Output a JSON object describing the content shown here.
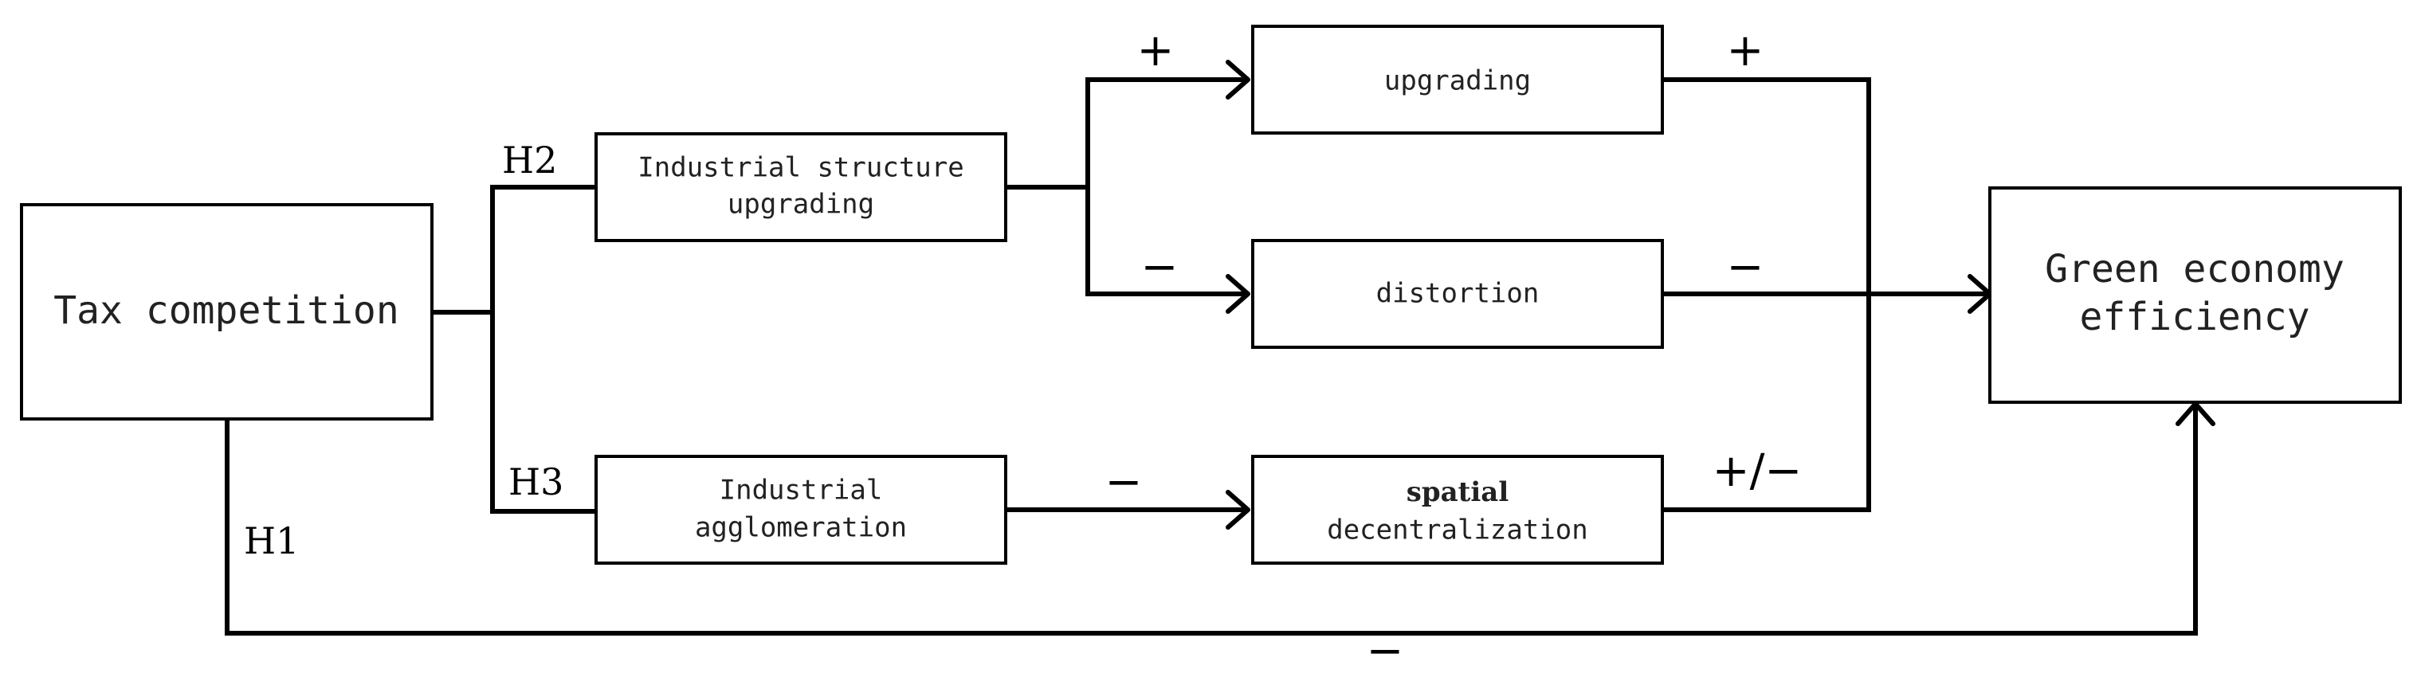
{
  "nodes": {
    "tax_competition": "Tax competition",
    "isu_line1": "Industrial structure",
    "isu_line2": "upgrading",
    "agg_line1": "Industrial",
    "agg_line2": "agglomeration",
    "upgrading": "upgrading",
    "distortion": "distortion",
    "spatial_line1": "spatial",
    "spatial_line2": "decentralization",
    "gee_line1": "Green economy",
    "gee_line2": "efficiency"
  },
  "hypotheses": {
    "h1": "H1",
    "h2": "H2",
    "h3": "H3"
  },
  "signs": {
    "to_upgrading": "+",
    "to_distortion": "−",
    "agg_to_spatial": "−",
    "upgrading_out": "+",
    "distortion_out": "−",
    "spatial_out": "+/−",
    "direct": "−"
  }
}
